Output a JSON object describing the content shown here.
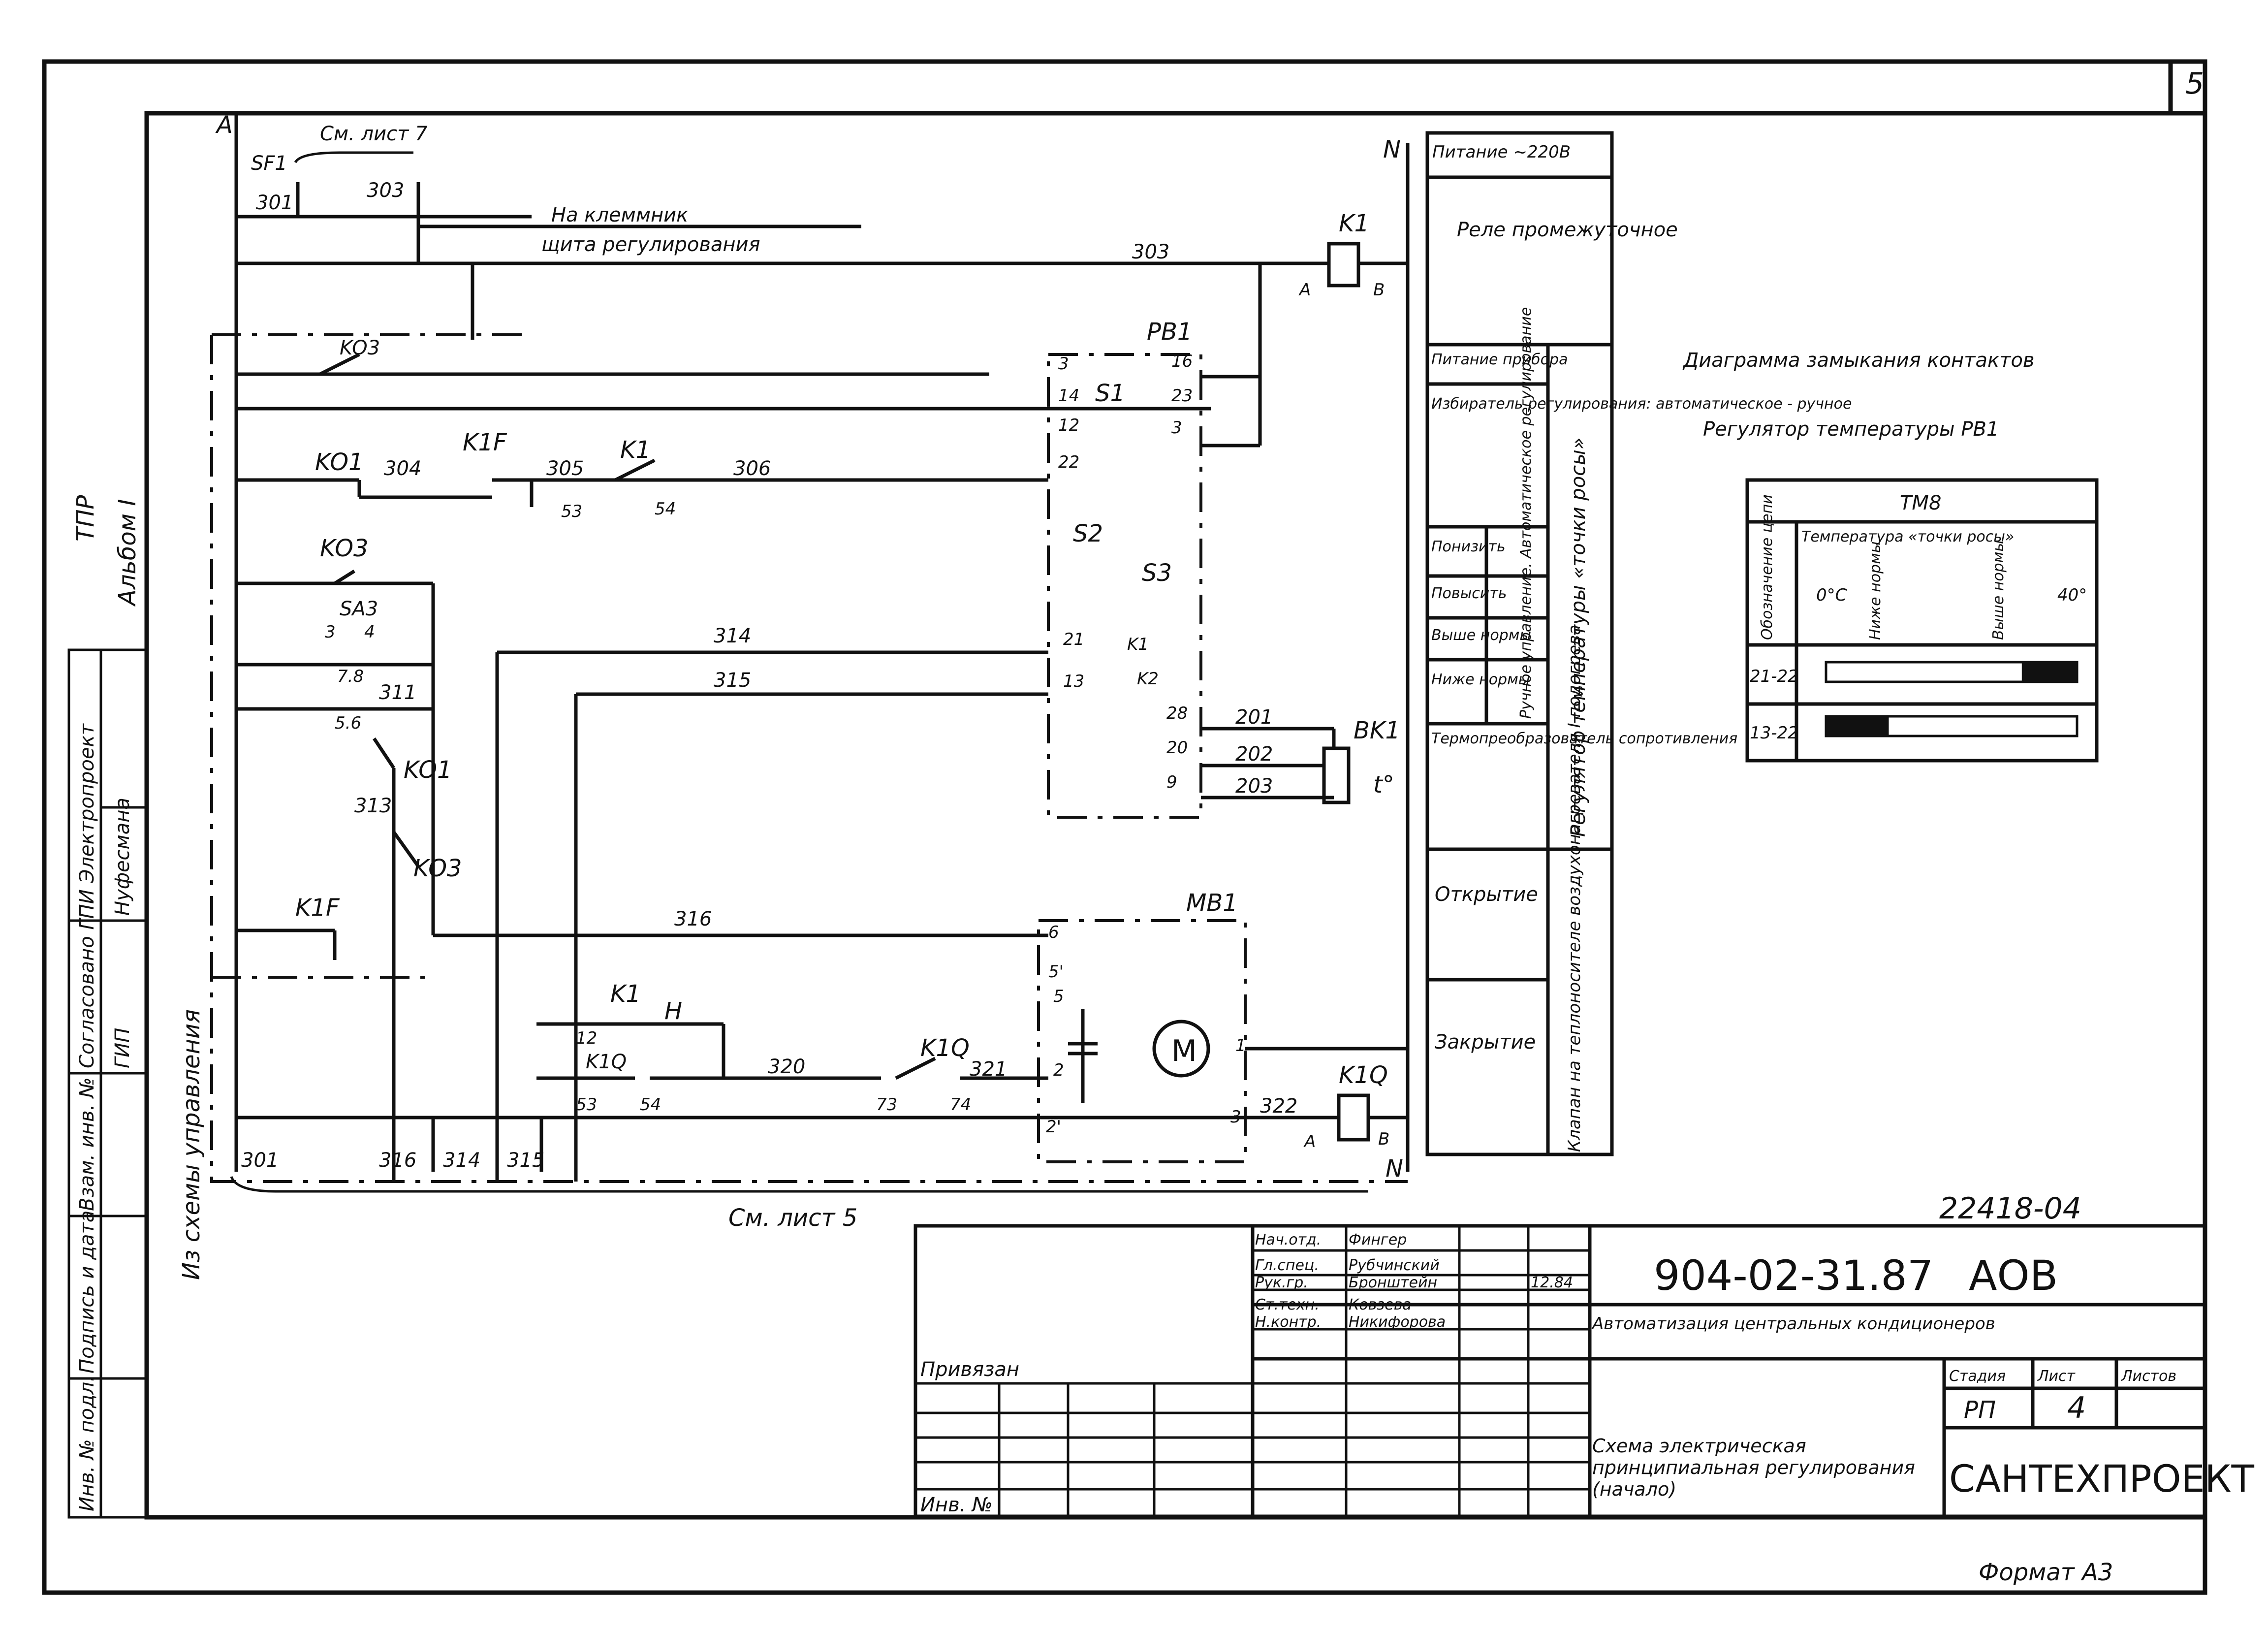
{
  "sheet_number": "5",
  "album_side": [
    "ТПР",
    "Альбом I"
  ],
  "left_panel": {
    "agreed": "Согласовано ГПИ Электропроект",
    "gip": "ГИП",
    "gip_name": "Нуфесмана",
    "vzam": "Взам. инв. №",
    "sign_date": "Подпись и дата",
    "inv_podl": "Инв. № подл."
  },
  "side_labels": {
    "from_control": "Из схемы управления",
    "see_sheet5": "См. лист 5",
    "see_sheet7": "См. лист 7"
  },
  "terminal_note": [
    "На клеммник",
    "щита регулирования"
  ],
  "components": {
    "A": "A",
    "N": "N",
    "SF1": "SF1",
    "K1": "K1",
    "KO3": "KO3",
    "KO1": "KO1",
    "K1F": "K1F",
    "PB1": "PB1",
    "S1": "S1",
    "S2": "S2",
    "S3": "S3",
    "K1c": "K1",
    "K2": "K2",
    "BK1": "BK1",
    "SA3": "SA3",
    "MB1": "MB1",
    "K1Q": "K1Q",
    "t": "t°",
    "M": "M",
    "Ha": "H"
  },
  "wires": [
    "301",
    "303",
    "304",
    "305",
    "306",
    "314",
    "315",
    "311",
    "313",
    "316",
    "320",
    "321",
    "322",
    "201",
    "202",
    "203"
  ],
  "terminals": [
    "3",
    "16",
    "14",
    "23",
    "12",
    "3",
    "22",
    "21",
    "13",
    "28",
    "20",
    "9",
    "53",
    "54",
    "73",
    "74",
    "6",
    "5'",
    "5",
    "2",
    "2'",
    "3",
    "1",
    "A",
    "B",
    "5.6",
    "7.8",
    "3",
    "4"
  ],
  "function_table": [
    {
      "signal": "Питание ~220В",
      "desc": ""
    },
    {
      "signal": "",
      "desc": "Реле промежуточное"
    },
    {
      "signal": "Питание прибора",
      "desc": ""
    },
    {
      "signal": "Избиратель регулирования: автоматическое - ручное",
      "desc": ""
    },
    {
      "signal": "Понизить",
      "desc": ""
    },
    {
      "signal": "Повысить",
      "desc": ""
    },
    {
      "signal": "Выше нормы",
      "desc": ""
    },
    {
      "signal": "Ниже нормы",
      "desc": ""
    },
    {
      "signal": "Термопреобразователь сопротивления",
      "desc": ""
    },
    {
      "signal": "Открытие",
      "desc": ""
    },
    {
      "signal": "Закрытие",
      "desc": ""
    }
  ],
  "vertical_labels": {
    "manual_ctrl": "Ручное управление. Автоматическое регулирование",
    "regulator": "Регулятор температуры «точки росы»",
    "valve": "Клапан на теплоносителе воздухонагревателя I подогрева"
  },
  "contact_diagram": {
    "title": "Диаграмма замыкания контактов",
    "subtitle": "Регулятор температуры PB1",
    "device": "ТМ8",
    "col_header": "Обозначение цепи",
    "temp_header": "Температура «точки росы»",
    "scale_left": "0°C",
    "scale_right": "40°",
    "zones": [
      "Ниже нормы",
      "Выше нормы"
    ],
    "rows": [
      {
        "circuit": "21-22",
        "closed_from": 0.78,
        "closed_to": 1.0
      },
      {
        "circuit": "13-22",
        "closed_from": 0.0,
        "closed_to": 0.25
      }
    ]
  },
  "title_block": {
    "code": "22418-04",
    "designation": "904-02-31.87",
    "suffix": "АОВ",
    "project": "Автоматизация центральных кондиционеров",
    "drawing": "Схема электрическая принципиальная регулирования (начало)",
    "org": "САНТЕХПРОЕКТ",
    "stage_h": "Стадия",
    "sheet_h": "Лист",
    "sheets_h": "Листов",
    "stage": "РП",
    "sheet": "4",
    "sheets": "",
    "people": [
      {
        "role": "Нач.отд.",
        "name": "Фингер"
      },
      {
        "role": "Гл.спец.",
        "name": "Рубчинский"
      },
      {
        "role": "Рук.гр.",
        "name": "Бронштейн"
      },
      {
        "role": "Ст.техн.",
        "name": "Ковзева"
      },
      {
        "role": "Н.контр.",
        "name": "Никифорова"
      }
    ],
    "date": "12.84",
    "privyazan": "Привязан",
    "inv": "Инв. №"
  },
  "format": "Формат А3"
}
